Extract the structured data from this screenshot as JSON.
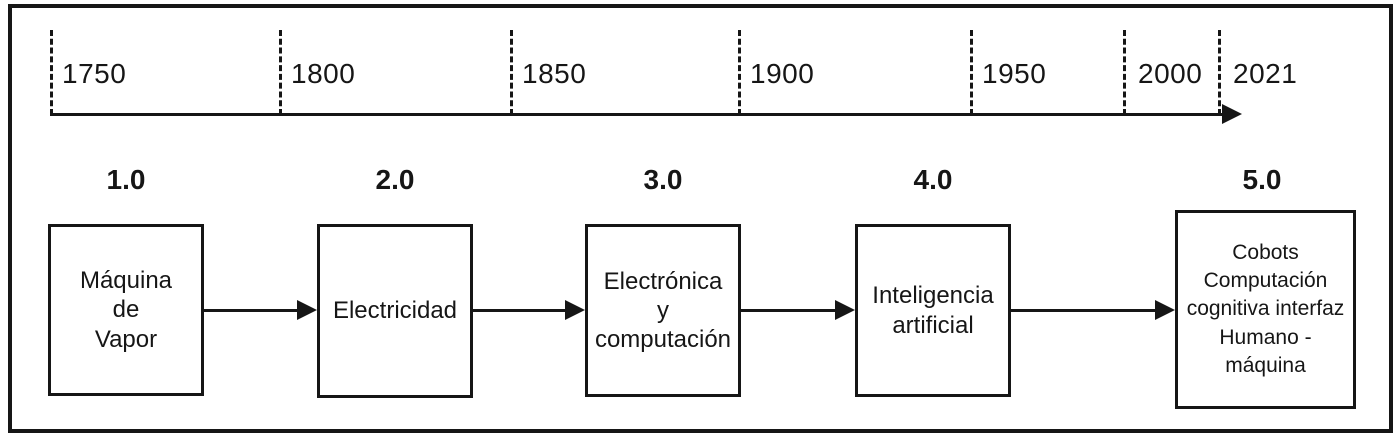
{
  "colors": {
    "ink": "#161616",
    "background": "#ffffff"
  },
  "timeline": {
    "years": [
      {
        "label": "1750"
      },
      {
        "label": "1800"
      },
      {
        "label": "1850"
      },
      {
        "label": "1900"
      },
      {
        "label": "1950"
      },
      {
        "label": "2000"
      },
      {
        "label": "2021"
      }
    ]
  },
  "eras": [
    {
      "number": "1.0",
      "box_text": "Máquina\nde\nVapor"
    },
    {
      "number": "2.0",
      "box_text": "Electricidad"
    },
    {
      "number": "3.0",
      "box_text": "Electrónica\ny\ncomputación"
    },
    {
      "number": "4.0",
      "box_text": "Inteligencia\nartificial"
    },
    {
      "number": "5.0",
      "box_text": "Cobots\nComputación\ncognitiva interfaz\nHumano -\nmáquina"
    }
  ]
}
